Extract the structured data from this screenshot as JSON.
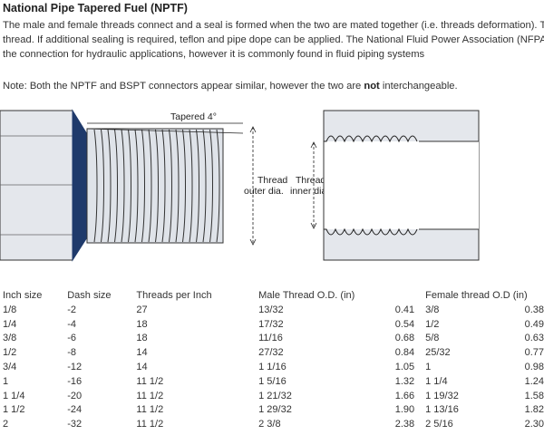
{
  "title": "National Pipe Tapered Fuel (NPTF)",
  "intro_lines": [
    "The male and female threads connect and a seal is formed when the two are mated together (i.e. threads deformation). T",
    "thread. If additional sealing is required, teflon and pipe dope can be applied. The National Fluid Power Association (NFPA)",
    "the connection for hydraulic applications, however it is commonly found in fluid piping systems"
  ],
  "note": {
    "before": "Note: Both the NPTF and BSPT connectors appear similar, however the two are ",
    "bold": "not",
    "after": " interchangeable."
  },
  "diagram": {
    "taper_label": "Tapered 4°",
    "male_label_line1": "Thread",
    "male_label_line2": "outer dia.",
    "female_label_line1": "Thread",
    "female_label_line2": "inner dia."
  },
  "table": {
    "headers": {
      "inch": "Inch size",
      "dash": "Dash size",
      "tpi": "Threads per Inch",
      "male": "Male Thread O.D. (in)",
      "female": "Female thread O.D (in)"
    },
    "rows": [
      {
        "inch": "1/8",
        "dash": "-2",
        "tpi": "27",
        "male_frac": "13/32",
        "male": "0.41",
        "female_frac": "3/8",
        "female": "0.38"
      },
      {
        "inch": "1/4",
        "dash": "-4",
        "tpi": "18",
        "male_frac": "17/32",
        "male": "0.54",
        "female_frac": "1/2",
        "female": "0.49"
      },
      {
        "inch": "3/8",
        "dash": "-6",
        "tpi": "18",
        "male_frac": "11/16",
        "male": "0.68",
        "female_frac": "5/8",
        "female": "0.63"
      },
      {
        "inch": "1/2",
        "dash": "-8",
        "tpi": "14",
        "male_frac": "27/32",
        "male": "0.84",
        "female_frac": "25/32",
        "female": "0.77"
      },
      {
        "inch": "3/4",
        "dash": "-12",
        "tpi": "14",
        "male_frac": "1 1/16",
        "male": "1.05",
        "female_frac": "1",
        "female": "0.98"
      },
      {
        "inch": "1",
        "dash": "-16",
        "tpi": "11 1/2",
        "male_frac": "1 5/16",
        "male": "1.32",
        "female_frac": "1 1/4",
        "female": "1.24"
      },
      {
        "inch": "1 1/4",
        "dash": "-20",
        "tpi": "11 1/2",
        "male_frac": "1 21/32",
        "male": "1.66",
        "female_frac": "1 19/32",
        "female": "1.58"
      },
      {
        "inch": "1 1/2",
        "dash": "-24",
        "tpi": "11 1/2",
        "male_frac": "1 29/32",
        "male": "1.90",
        "female_frac": "1 13/16",
        "female": "1.82"
      },
      {
        "inch": "2",
        "dash": "-32",
        "tpi": "11 1/2",
        "male_frac": "2 3/8",
        "male": "2.38",
        "female_frac": "2 5/16",
        "female": "2.30"
      }
    ]
  }
}
